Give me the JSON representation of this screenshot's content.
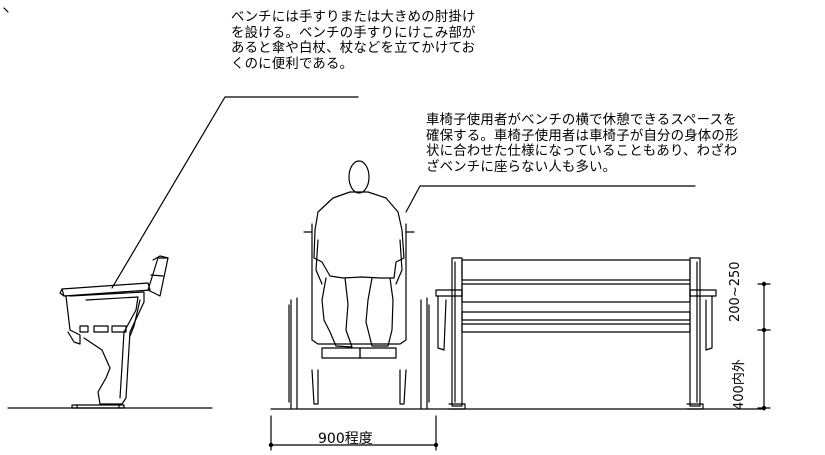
{
  "notes": {
    "armrest": "ベンチには手すりまたは大きめの肘掛け\nを設ける。ベンチの手すりにけこみ部が\nあると傘や白杖、杖などを立てかけてお\nくのに便利である。",
    "wheelchair_space": "車椅子使用者がベンチの横で休憩できるスペースを\n確保する。車椅子使用者は車椅子が自分の身体の形\n状に合わせた仕様になっていることもあり、わざわ\nざベンチに座らない人も多い。"
  },
  "dimensions": {
    "wheelchair_space_width": "900程度",
    "backrest_height": "200~250",
    "seat_height": "400内外"
  }
}
